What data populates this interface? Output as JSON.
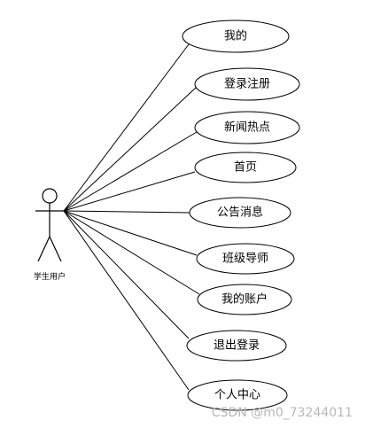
{
  "actor": {
    "label": "学生用户"
  },
  "use_cases": [
    {
      "label": "我的"
    },
    {
      "label": "登录注册"
    },
    {
      "label": "新闻热点"
    },
    {
      "label": "首页"
    },
    {
      "label": "公告消息"
    },
    {
      "label": "班级导师"
    },
    {
      "label": "我的账户"
    },
    {
      "label": "退出登录"
    },
    {
      "label": "个人中心"
    }
  ],
  "watermark": "CSDN @m0_73244011"
}
